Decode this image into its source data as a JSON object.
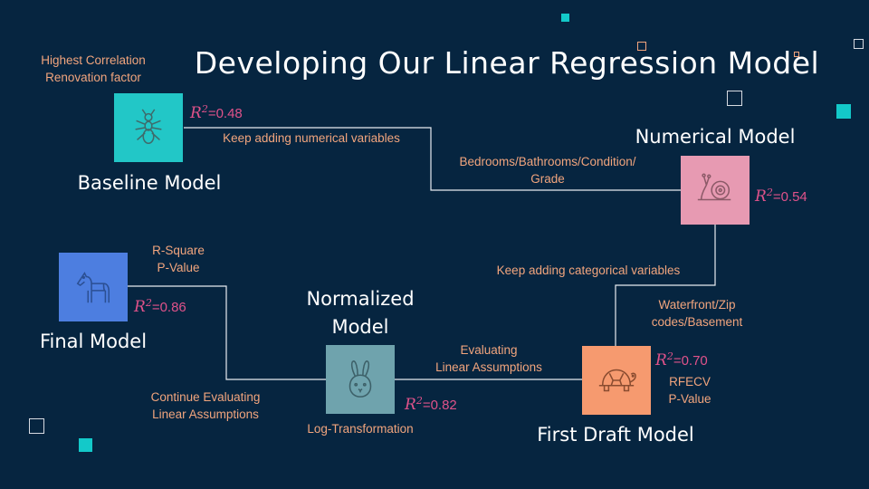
{
  "title": "Developing Our Linear Regression Model",
  "stages": {
    "baseline": {
      "label": "Baseline Model",
      "r2_symbol": "R",
      "r2_exp": "2",
      "r2_value": "=0.48",
      "icon": "ant-icon",
      "color": "#22c7c7"
    },
    "numerical": {
      "label": "Numerical Model",
      "r2_symbol": "R",
      "r2_exp": "2",
      "r2_value": "=0.54",
      "icon": "snail-icon",
      "color": "#e79ab2"
    },
    "first_draft": {
      "label": "First Draft Model",
      "r2_symbol": "R",
      "r2_exp": "2",
      "r2_value": "=0.70",
      "icon": "turtle-icon",
      "color": "#f69a6f"
    },
    "normalized": {
      "label_line1": "Normalized",
      "label_line2": "Model",
      "r2_symbol": "R",
      "r2_exp": "2",
      "r2_value": "=0.82",
      "icon": "rabbit-icon",
      "color": "#6fa3ad"
    },
    "final": {
      "label": "Final Model",
      "r2_symbol": "R",
      "r2_exp": "2",
      "r2_value": "=0.86",
      "icon": "horse-icon",
      "color": "#4d7ee0"
    }
  },
  "notes": {
    "highest_corr_1": "Highest Correlation",
    "highest_corr_2": "Renovation factor",
    "keep_numerical": "Keep adding numerical variables",
    "numerical_vars_1": "Bedrooms/Bathrooms/Condition/",
    "numerical_vars_2": "Grade",
    "keep_categorical": "Keep adding categorical variables",
    "categorical_vars_1": "Waterfront/Zip",
    "categorical_vars_2": "codes/Basement",
    "rfecv_1": "RFECV",
    "rfecv_2": "P-Value",
    "evaluating_1": "Evaluating",
    "evaluating_2": "Linear Assumptions",
    "log_transform": "Log-Transformation",
    "continue_1": "Continue Evaluating",
    "continue_2": "Linear Assumptions",
    "rsquare_1": "R-Square",
    "rsquare_2": "P-Value"
  },
  "colors": {
    "background": "#062540",
    "note_text": "#f2a57d",
    "r2_text": "#e0528a",
    "accent": "#13c9c9"
  }
}
